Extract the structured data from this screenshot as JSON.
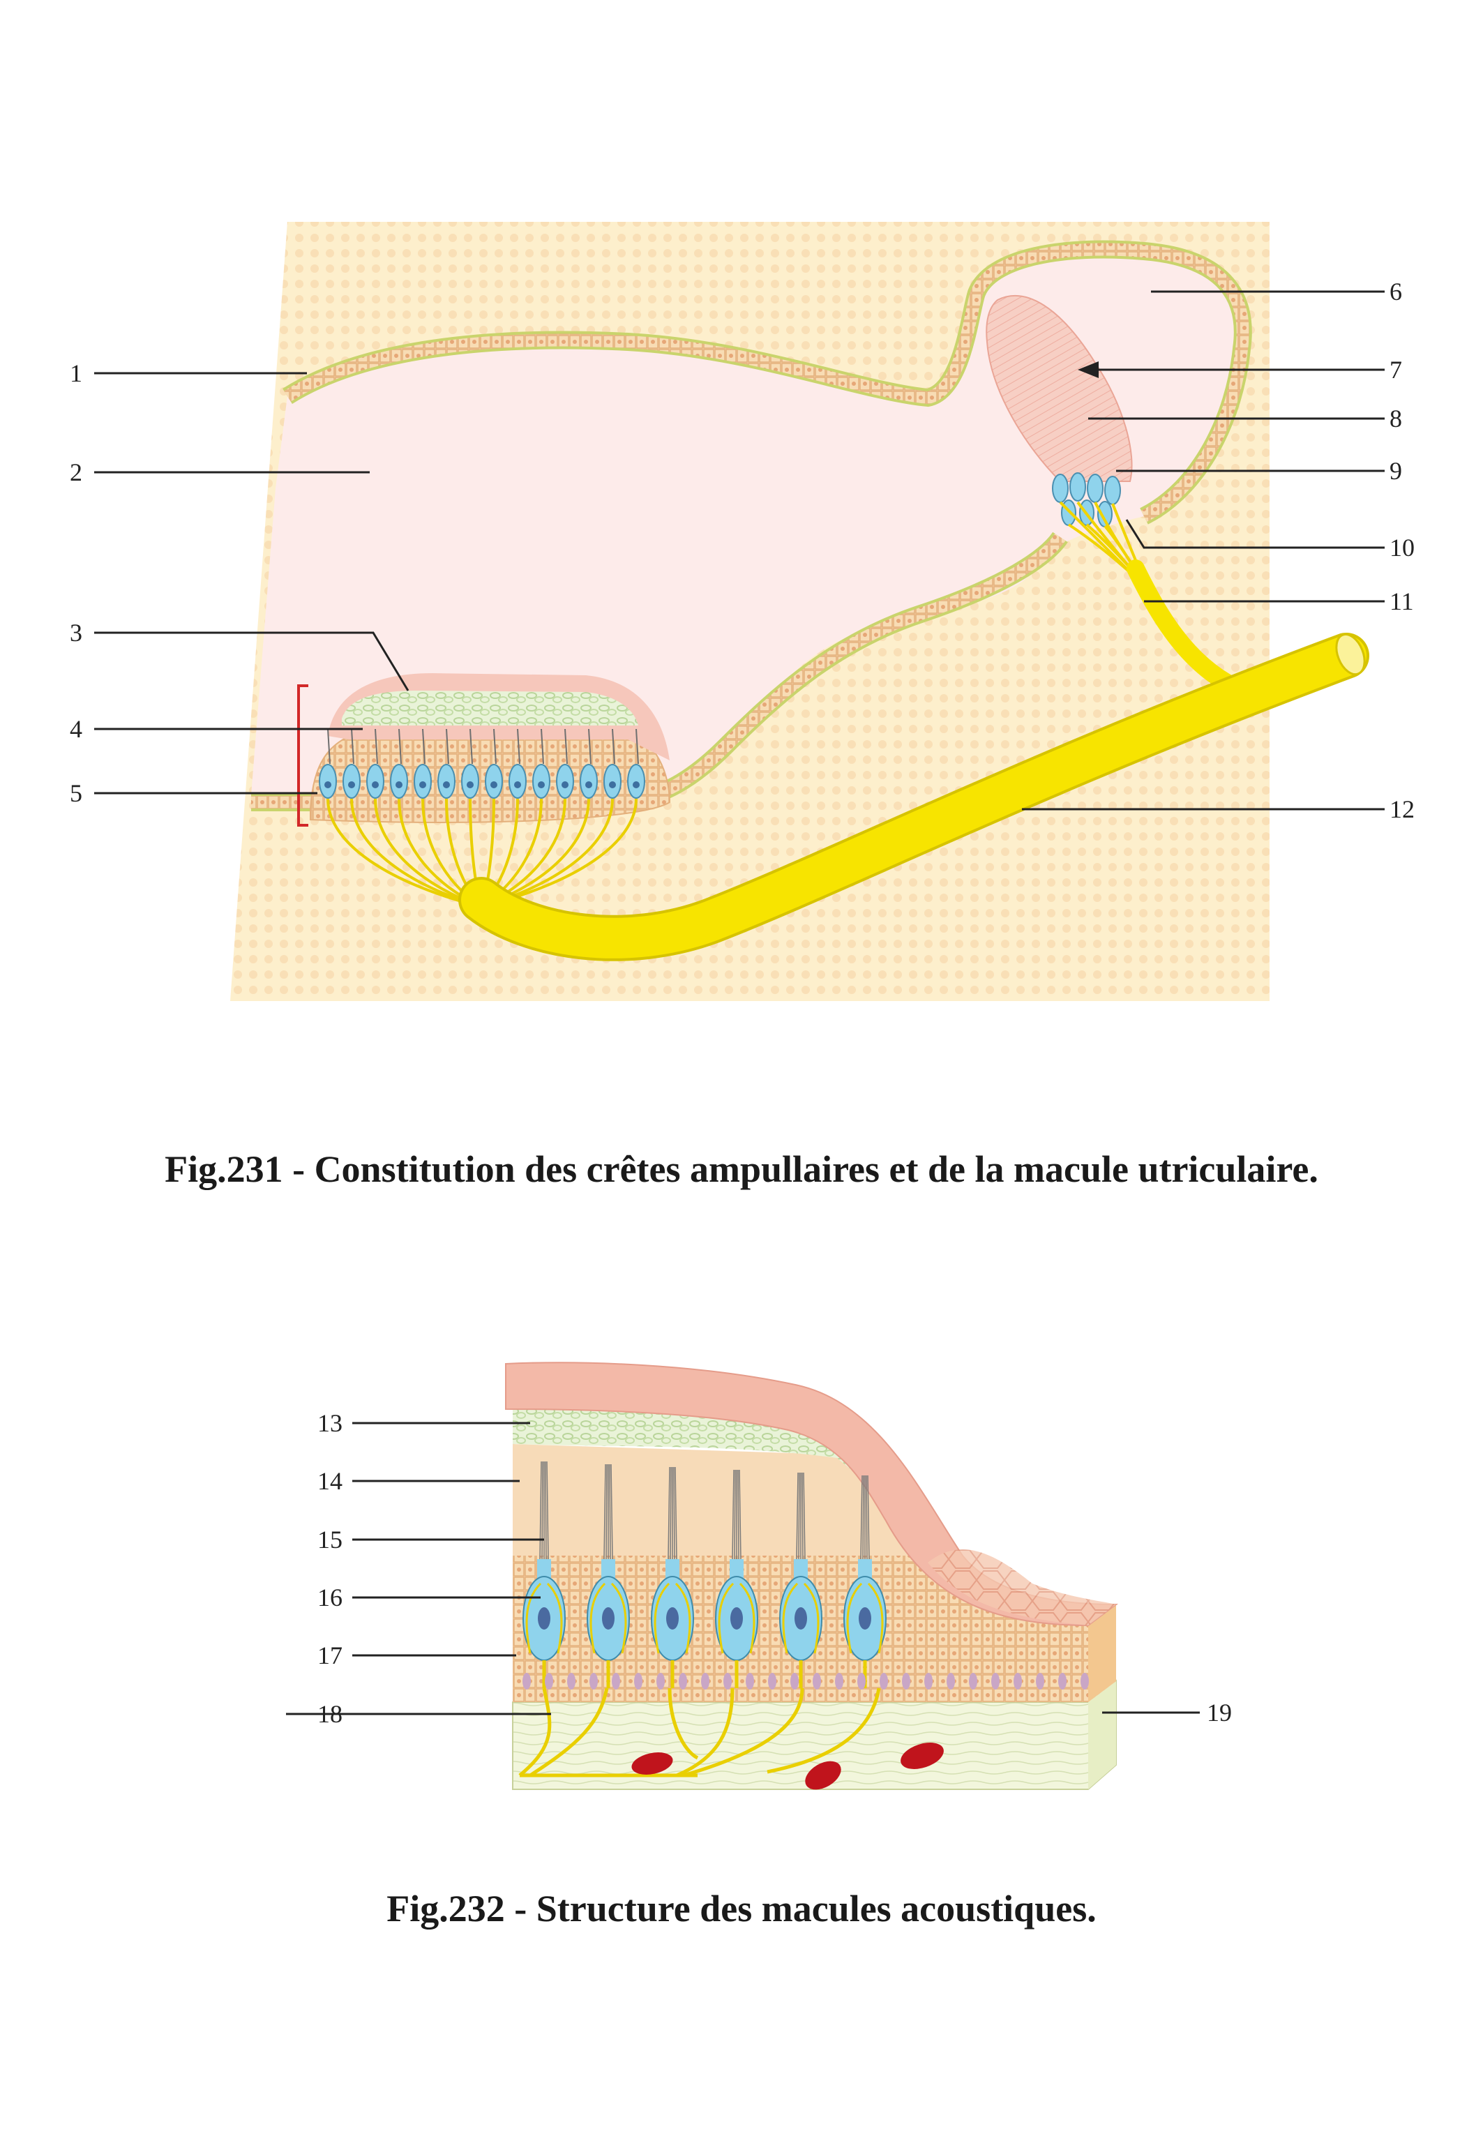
{
  "figure1": {
    "caption": "Fig.231 - Constitution des crêtes ampullaires et de la macule utriculaire.",
    "labels": [
      "1",
      "2",
      "3",
      "4",
      "5",
      "6",
      "7",
      "8",
      "9",
      "10",
      "11",
      "12"
    ]
  },
  "figure2": {
    "caption": "Fig.232 - Structure des macules acoustiques.",
    "labels": [
      "13",
      "14",
      "15",
      "16",
      "17",
      "18",
      "19"
    ]
  },
  "colors": {
    "background_tissue": "#fdefc9",
    "endolymph": "#fdeaea",
    "epithelium": "#f5c89a",
    "membrane_edge": "#c7d36a",
    "nerve": "#f7e400",
    "hair_cell": "#8fd3ec",
    "cupula": "#f2b9b0",
    "otoliths": "#dfedc8",
    "blood_cell": "#c0141c",
    "bracket": "#d22828"
  }
}
